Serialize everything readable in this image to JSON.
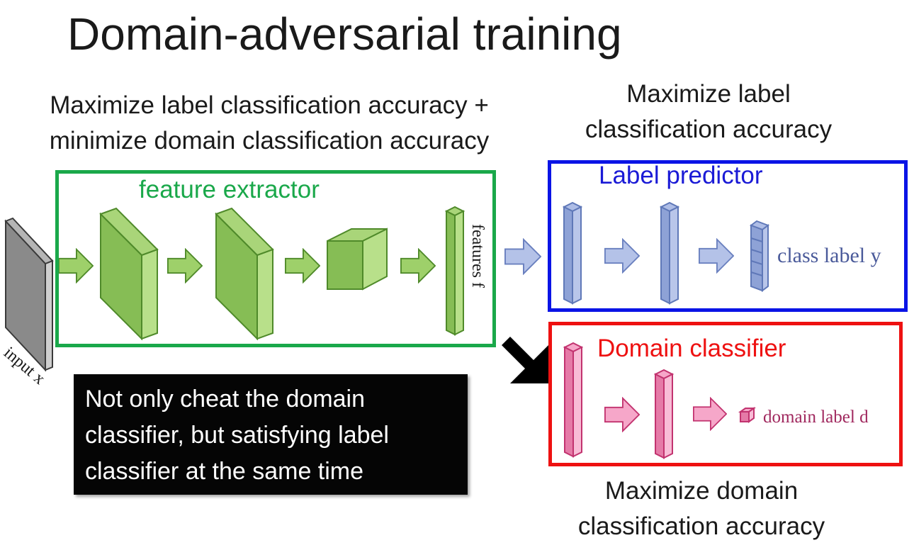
{
  "title": "Domain-adversarial training",
  "captions": {
    "feature_objective_line1": "Maximize label classification accuracy +",
    "feature_objective_line2": "minimize domain classification accuracy",
    "label_objective_line1": "Maximize label",
    "label_objective_line2": "classification accuracy",
    "domain_objective_line1": "Maximize domain",
    "domain_objective_line2": "classification accuracy"
  },
  "boxes": {
    "feature_extractor": "feature extractor",
    "label_predictor": "Label predictor",
    "domain_classifier": "Domain classifier"
  },
  "network_labels": {
    "input": "input x",
    "features": "features f",
    "class_label": "class label y",
    "domain_label": "domain label d"
  },
  "callout": {
    "line1": "Not only cheat the domain",
    "line2": "classifier, but satisfying label",
    "line3": "classifier at the same time"
  },
  "colors": {
    "feature_box": "#1aa84a",
    "label_box": "#0a14e6",
    "domain_box": "#ee1111",
    "feature_layers": "#9ed06a",
    "label_layers": "#9fb1de",
    "domain_layers": "#f28ab4",
    "callout_bg": "#050505"
  }
}
